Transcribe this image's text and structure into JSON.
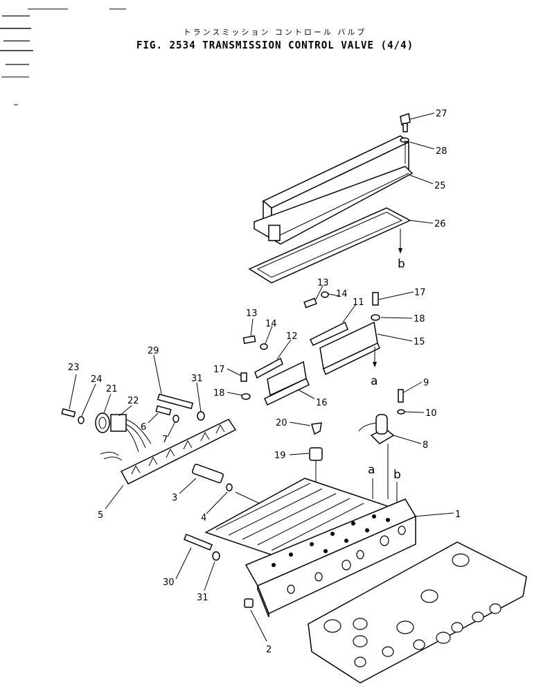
{
  "header": {
    "subtitle": "トランスミッション コントロール バルブ",
    "title": "FIG. 2534  TRANSMISSION CONTROL VALVE (4/4)"
  },
  "callouts": {
    "n1": "1",
    "n2": "2",
    "n3": "3",
    "n4": "4",
    "n5": "5",
    "n6": "6",
    "n7": "7",
    "n8": "8",
    "n9": "9",
    "n10": "10",
    "n11": "11",
    "n12": "12",
    "n13a": "13",
    "n13b": "13",
    "n14a": "14",
    "n14b": "14",
    "n15": "15",
    "n16": "16",
    "n17a": "17",
    "n17b": "17",
    "n18a": "18",
    "n18b": "18",
    "n19": "19",
    "n20": "20",
    "n21": "21",
    "n22": "22",
    "n23": "23",
    "n24": "24",
    "n25": "25",
    "n26": "26",
    "n27": "27",
    "n28": "28",
    "n29": "29",
    "n30": "30",
    "n31a": "31",
    "n31b": "31"
  },
  "refs": {
    "a_top": "a",
    "b_top": "b",
    "a_body": "a",
    "b_body": "b"
  }
}
